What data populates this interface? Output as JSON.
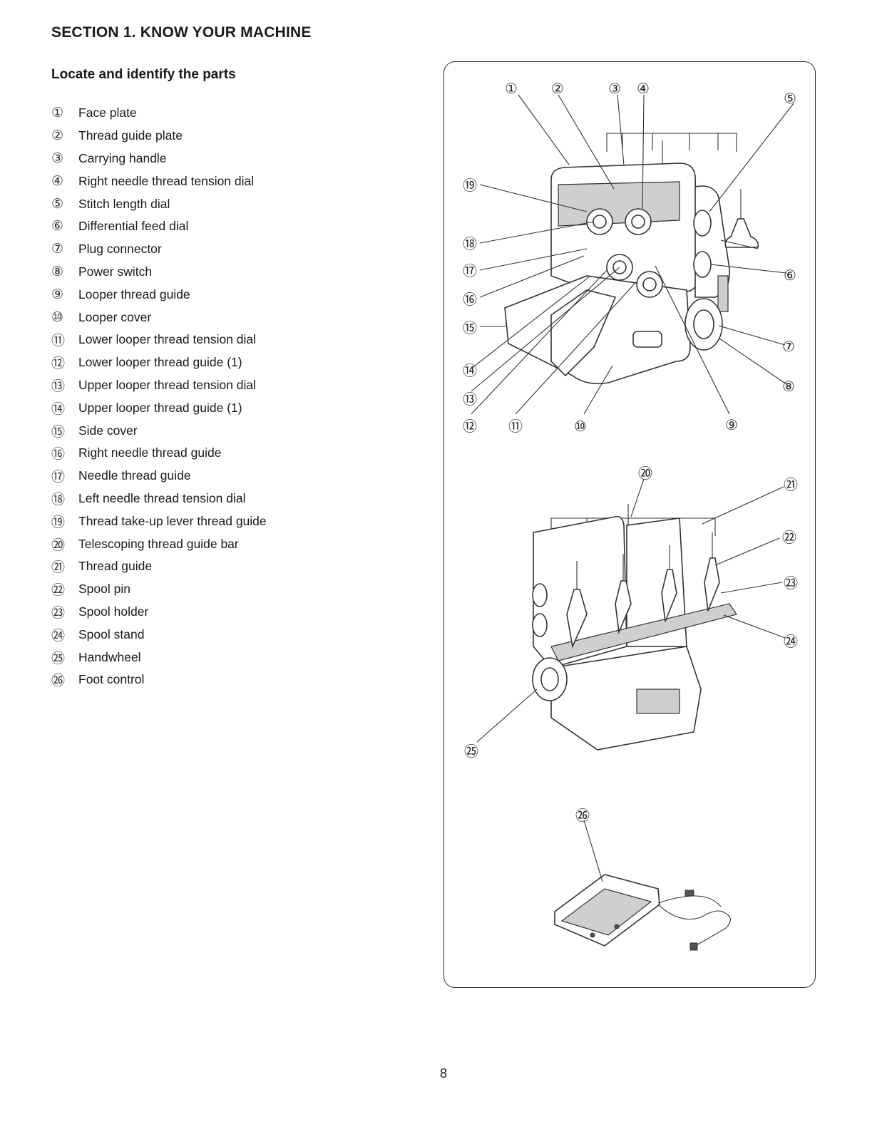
{
  "header": {
    "section_title": "SECTION 1. KNOW YOUR MACHINE",
    "subtitle": "Locate and identify the parts"
  },
  "parts": [
    {
      "num": "①",
      "label": "Face plate"
    },
    {
      "num": "②",
      "label": "Thread guide plate"
    },
    {
      "num": "③",
      "label": "Carrying handle"
    },
    {
      "num": "④",
      "label": "Right needle thread tension dial"
    },
    {
      "num": "⑤",
      "label": "Stitch length dial"
    },
    {
      "num": "⑥",
      "label": "Differential feed dial"
    },
    {
      "num": "⑦",
      "label": "Plug connector"
    },
    {
      "num": "⑧",
      "label": "Power switch"
    },
    {
      "num": "⑨",
      "label": "Looper thread guide"
    },
    {
      "num": "⑩",
      "label": "Looper cover"
    },
    {
      "num": "⑪",
      "label": "Lower looper thread tension dial"
    },
    {
      "num": "⑫",
      "label": "Lower looper thread guide (1)"
    },
    {
      "num": "⑬",
      "label": "Upper looper thread tension dial"
    },
    {
      "num": "⑭",
      "label": "Upper looper thread guide (1)"
    },
    {
      "num": "⑮",
      "label": "Side cover"
    },
    {
      "num": "⑯",
      "label": "Right needle thread guide"
    },
    {
      "num": "⑰",
      "label": "Needle thread guide"
    },
    {
      "num": "⑱",
      "label": "Left needle thread tension dial"
    },
    {
      "num": "⑲",
      "label": "Thread take-up lever thread guide"
    },
    {
      "num": "⑳",
      "label": "Telescoping thread guide bar"
    },
    {
      "num": "㉑",
      "label": "Thread guide"
    },
    {
      "num": "㉒",
      "label": "Spool pin"
    },
    {
      "num": "㉓",
      "label": "Spool holder"
    },
    {
      "num": "㉔",
      "label": "Spool stand"
    },
    {
      "num": "㉕",
      "label": "Handwheel"
    },
    {
      "num": "㉖",
      "label": "Foot control"
    }
  ],
  "figure": {
    "callouts": {
      "c1": "①",
      "c2": "②",
      "c3": "③",
      "c4": "④",
      "c5": "⑤",
      "c6": "⑥",
      "c7": "⑦",
      "c8": "⑧",
      "c9": "⑨",
      "c10": "⑩",
      "c11": "⑪",
      "c12": "⑫",
      "c13": "⑬",
      "c14": "⑭",
      "c15": "⑮",
      "c16": "⑯",
      "c17": "⑰",
      "c18": "⑱",
      "c19": "⑲",
      "c20": "⑳",
      "c21": "㉑",
      "c22": "㉒",
      "c23": "㉓",
      "c24": "㉔",
      "c25": "㉕",
      "c26": "㉖"
    }
  },
  "footer": {
    "page_number": "8"
  }
}
